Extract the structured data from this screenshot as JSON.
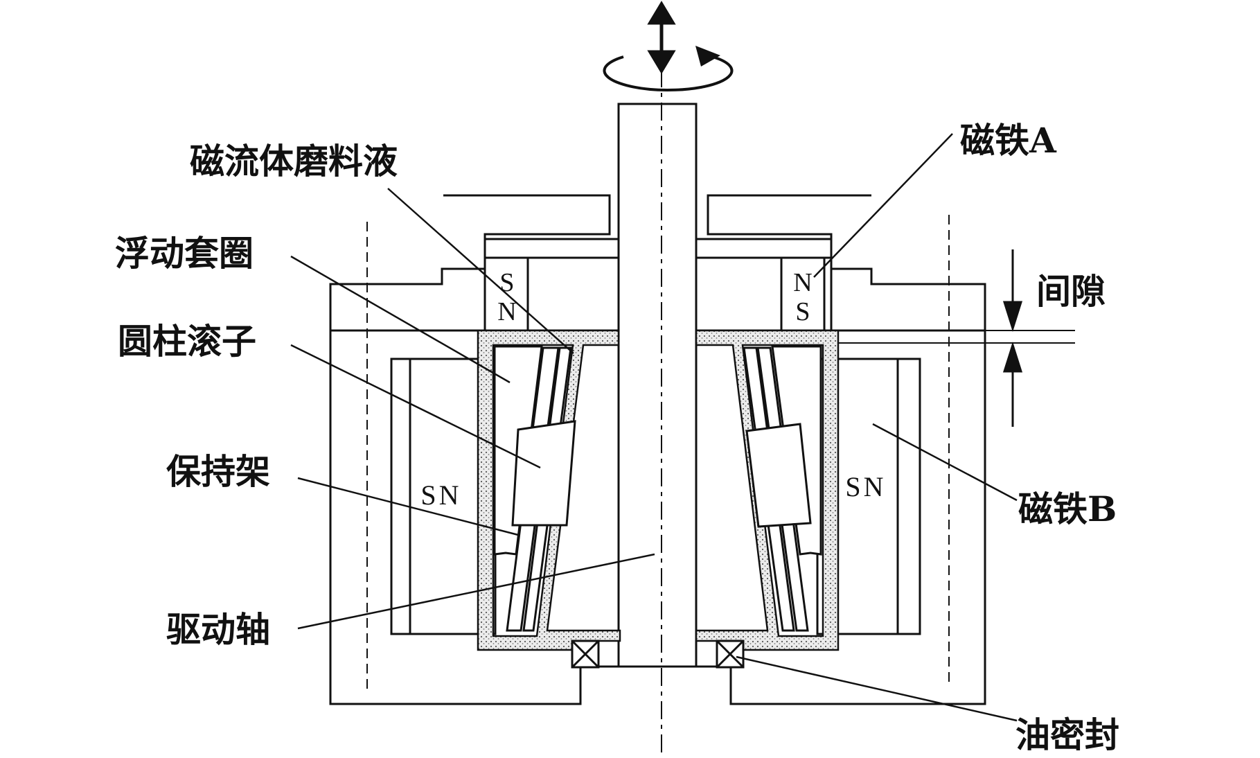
{
  "labels": {
    "magnetic_fluid": "磁流体磨料液",
    "floating_ring": "浮动套圈",
    "cylindrical_roller": "圆柱滚子",
    "cage": "保持架",
    "drive_shaft": "驱动轴",
    "magnet_a": "磁铁A",
    "gap": "间隙",
    "magnet_b": "磁铁B",
    "oil_seal": "油密封"
  },
  "poles": {
    "left_upper_s": "S",
    "left_upper_n": "N",
    "right_upper_n": "N",
    "right_upper_s": "S",
    "left_lower": "SN",
    "right_lower": "SN"
  },
  "colors": {
    "line": "#111111",
    "fluid_fill": "#e6e6e6"
  }
}
